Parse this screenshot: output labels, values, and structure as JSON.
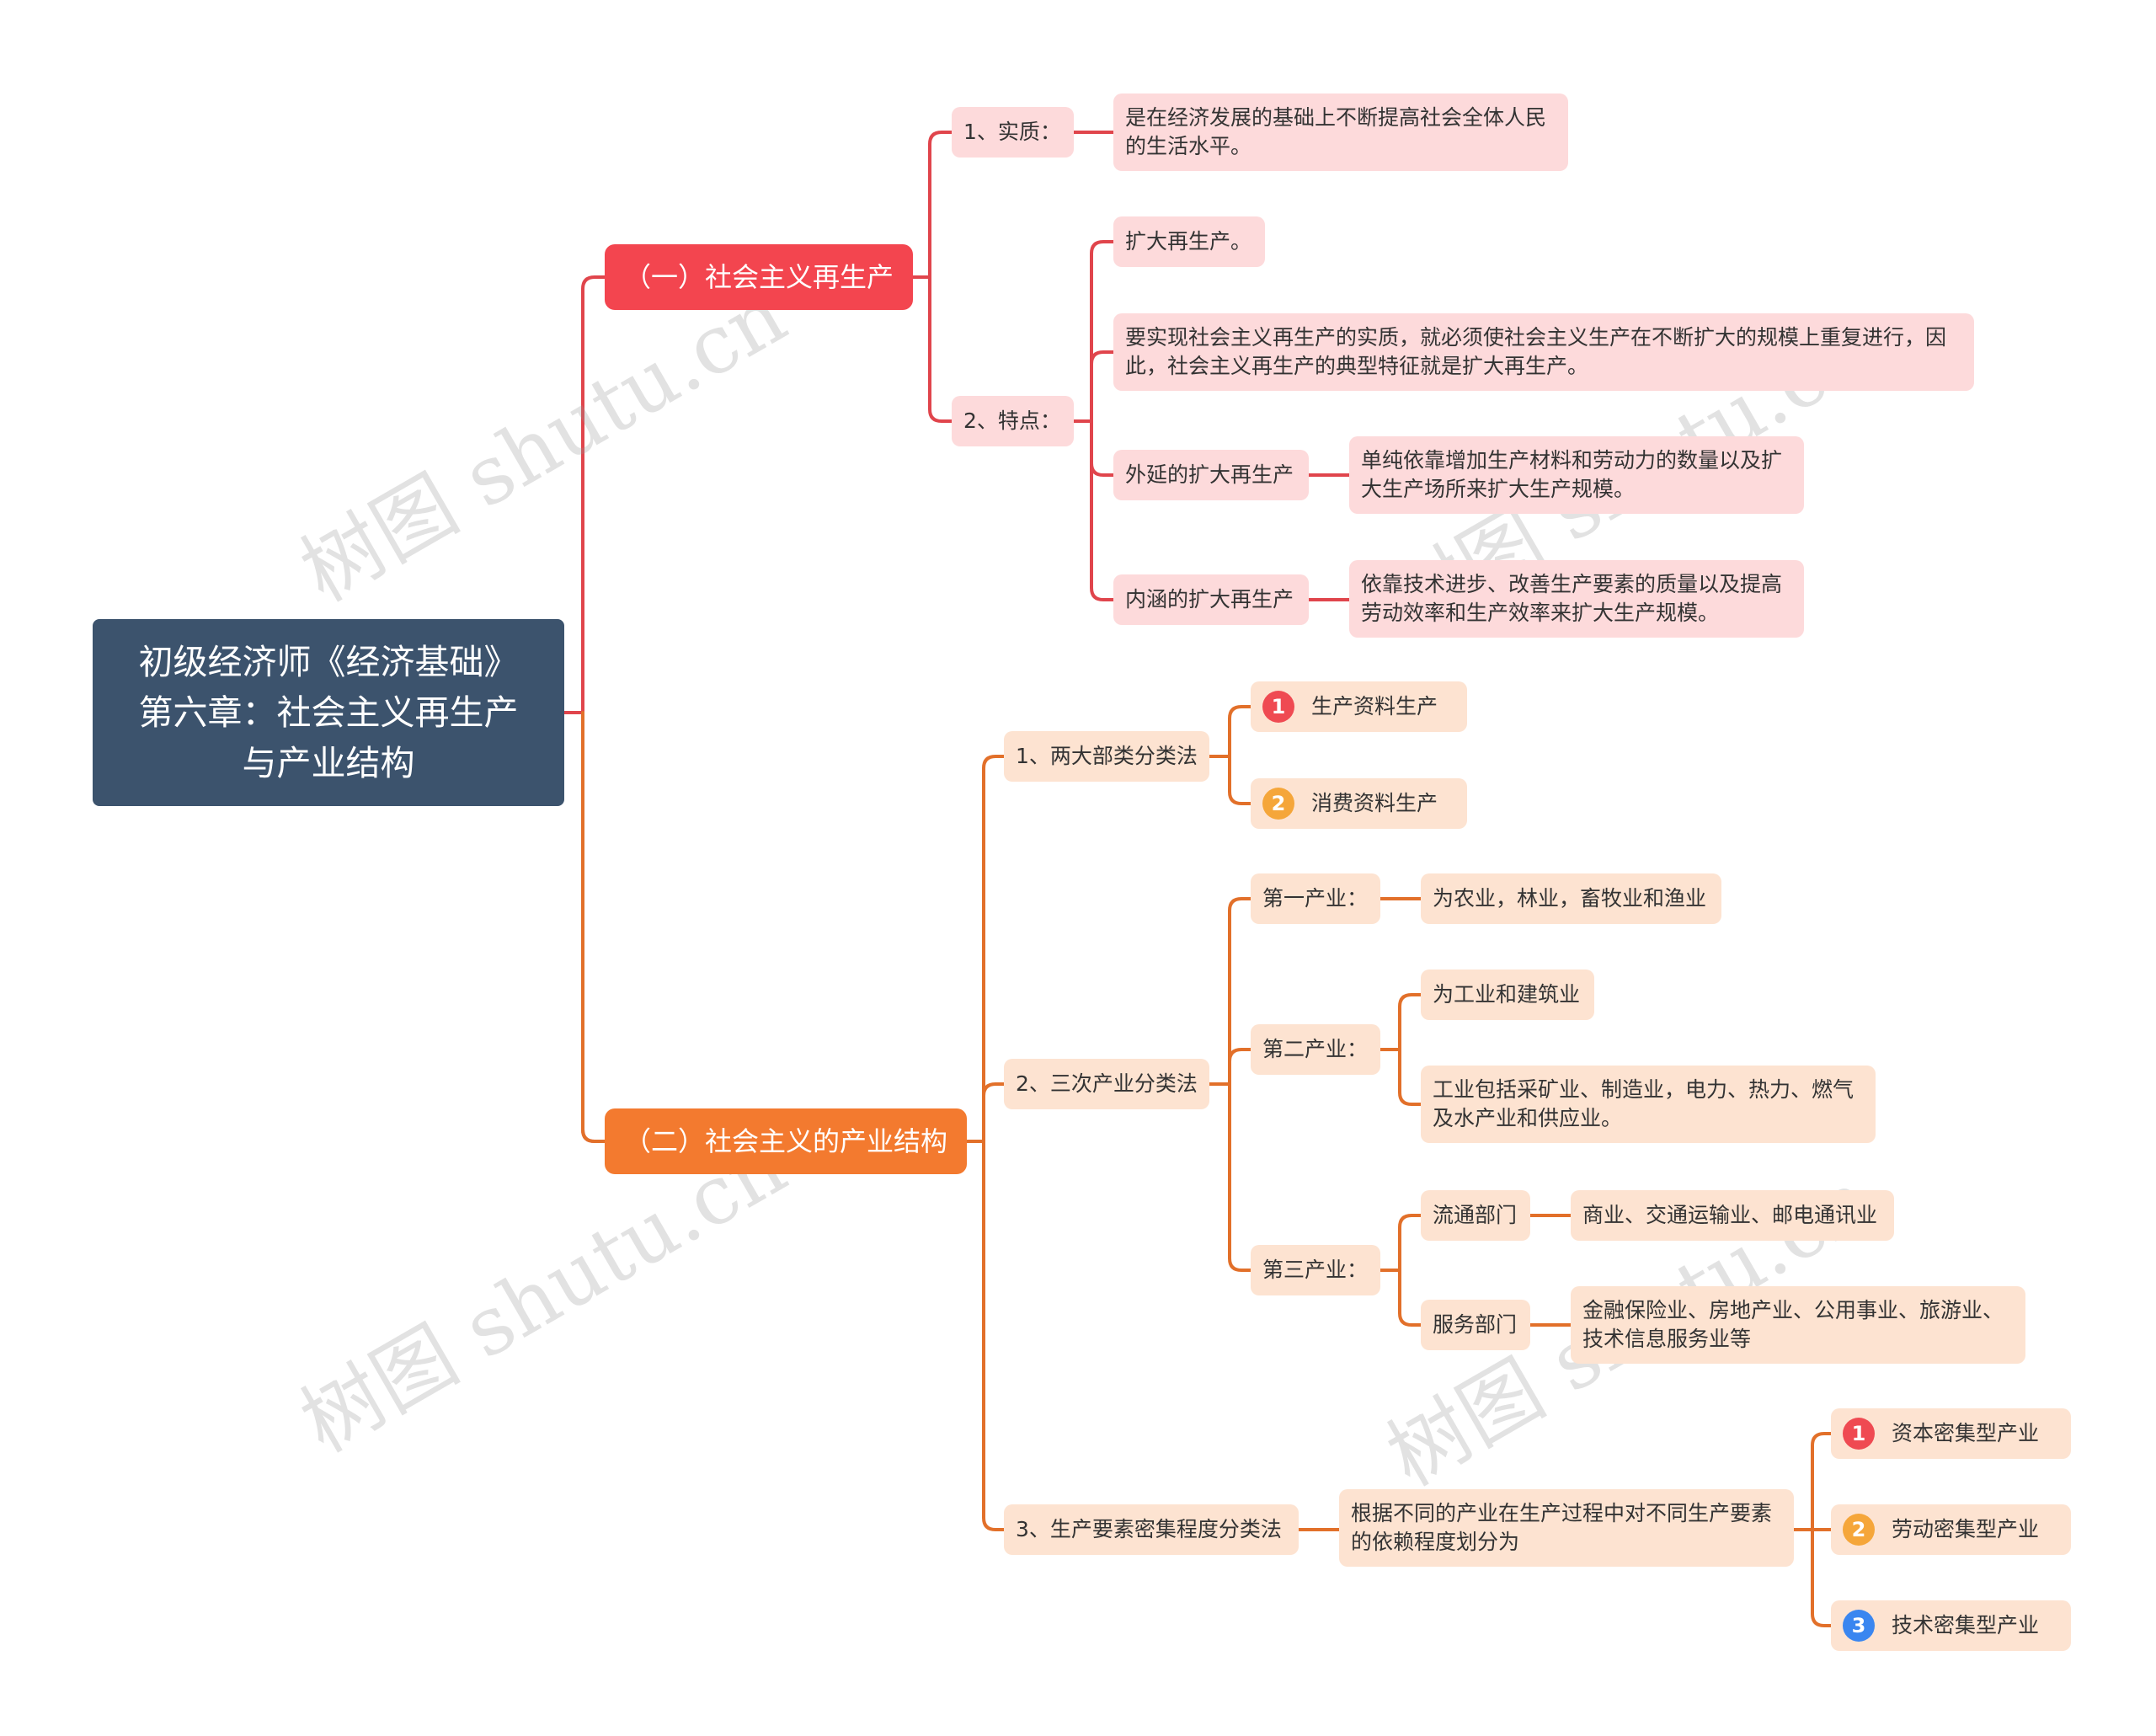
{
  "root": {
    "title_lines": [
      "初级经济师《经济基础》",
      "第六章：社会主义再生产",
      "与产业结构"
    ]
  },
  "branch1": {
    "label": "（一）社会主义再生产",
    "essence": {
      "label": "1、实质：",
      "text": "是在经济发展的基础上不断提高社会全体人民的生活水平。"
    },
    "features": {
      "label": "2、特点：",
      "expand": "扩大再生产。",
      "explain": "要实现社会主义再生产的实质，就必须使社会主义生产在不断扩大的规模上重复进行，因此，社会主义再生产的典型特征就是扩大再生产。",
      "extensive": {
        "label": "外延的扩大再生产",
        "text": "单纯依靠增加生产材料和劳动力的数量以及扩大生产场所来扩大生产规模。"
      },
      "intensive": {
        "label": "内涵的扩大再生产",
        "text": "依靠技术进步、改善生产要素的质量以及提高劳动效率和生产效率来扩大生产规模。"
      }
    }
  },
  "branch2": {
    "label": "（二）社会主义的产业结构",
    "two_sectors": {
      "label": "1、两大部类分类法",
      "items": [
        {
          "num": "1",
          "text": "生产资料生产"
        },
        {
          "num": "2",
          "text": "消费资料生产"
        }
      ]
    },
    "three_industries": {
      "label": "2、三次产业分类法",
      "primary": {
        "label": "第一产业：",
        "text": "为农业，林业，畜牧业和渔业"
      },
      "secondary": {
        "label": "第二产业：",
        "text1": "为工业和建筑业",
        "text2": "工业包括采矿业、制造业，电力、热力、燃气及水产业和供应业。"
      },
      "tertiary": {
        "label": "第三产业：",
        "circulation": {
          "label": "流通部门",
          "text": "商业、交通运输业、邮电通讯业"
        },
        "service": {
          "label": "服务部门",
          "text": "金融保险业、房地产业、公用事业、旅游业、技术信息服务业等"
        }
      }
    },
    "factor_intensity": {
      "label": "3、生产要素密集程度分类法",
      "text": "根据不同的产业在生产过程中对不同生产要素的依赖程度划分为",
      "items": [
        {
          "num": "1",
          "text": "资本密集型产业"
        },
        {
          "num": "2",
          "text": "劳动密集型产业"
        },
        {
          "num": "3",
          "text": "技术密集型产业"
        }
      ]
    }
  },
  "watermark": "树图 shutu.cn",
  "colors": {
    "root": "#3c536d",
    "branch1": "#f3454f",
    "branch2": "#f37a2f",
    "pink_node": "#fddadb",
    "peach_node": "#fde3d1",
    "link1": "#e0454c",
    "link2": "#e2702a"
  }
}
